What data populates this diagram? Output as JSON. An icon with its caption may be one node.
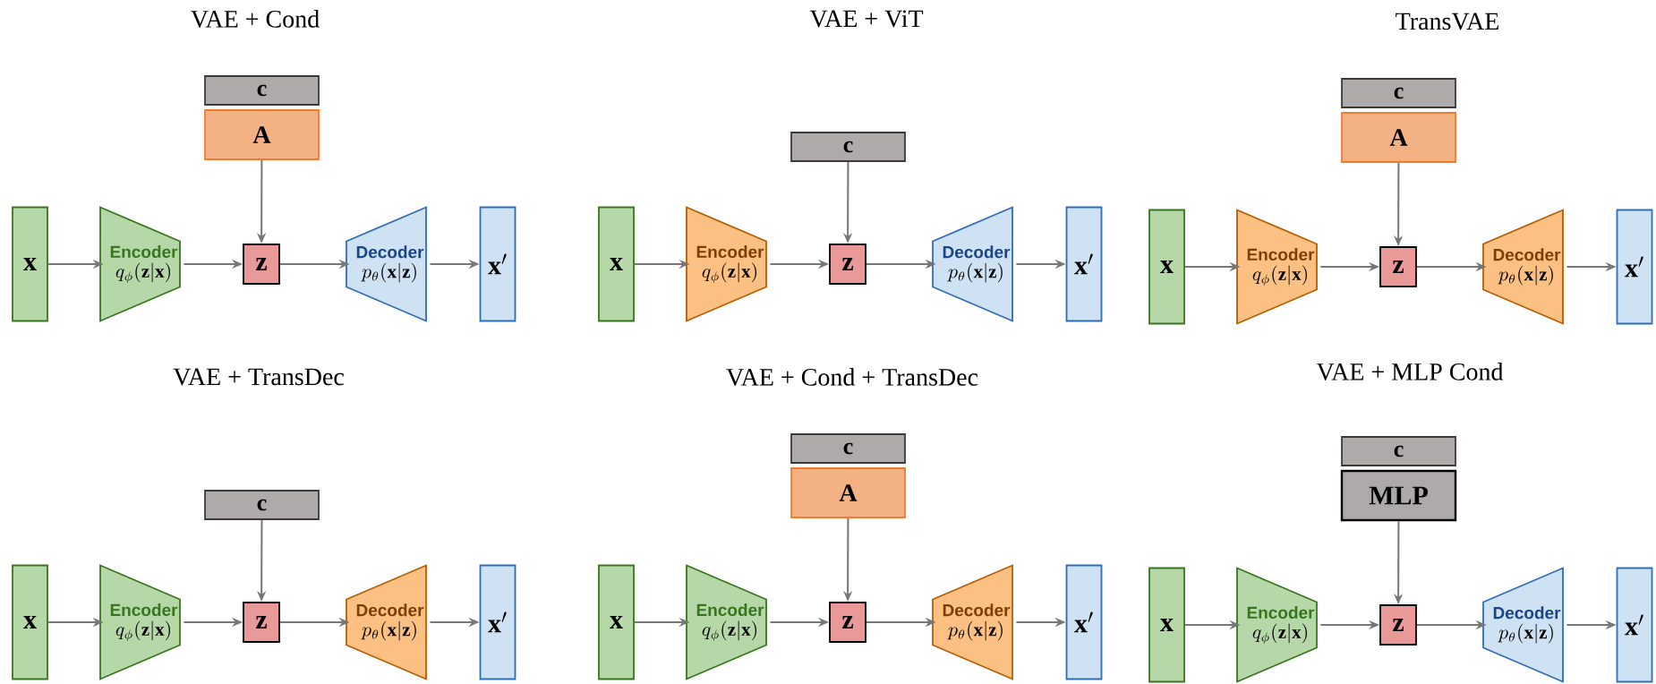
{
  "diagram": {
    "nodes": [
      {
        "text": [
          "\\mathbf{c}"
        ]
      },
      {
        "text": [
          "\\mathbf{A}"
        ]
      },
      {
        "text": [
          "\\mathbf{x}"
        ]
      },
      {
        "text": [
          "Encoder",
          "q_{\\phi}(\\mathbf{z}|\\mathbf{x})"
        ]
      },
      {
        "text": [
          "\\mathbf{z}"
        ]
      },
      {
        "text": [
          "Decoder",
          "p_{\\theta}(\\mathbf{x}|\\mathbf{z})"
        ]
      },
      {
        "text": [
          "\\mathbf{x}'"
        ]
      },
      {
        "text": [
          "\\mathbf{c}"
        ]
      },
      {
        "text": [
          "\\mathbf{x}"
        ]
      },
      {
        "text": [
          "Encoder",
          "q_{\\phi}(\\mathbf{z}|\\mathbf{x})"
        ]
      },
      {
        "text": [
          "\\mathbf{z}"
        ]
      },
      {
        "text": [
          "Decoder",
          "p_{\\theta}(\\mathbf{x}|\\mathbf{z})"
        ]
      },
      {
        "text": [
          "\\mathbf{x}'"
        ]
      },
      {
        "text": [
          "\\mathbf{c}"
        ]
      },
      {
        "text": [
          "\\mathbf{A}"
        ]
      },
      {
        "text": [
          "\\mathbf{x}"
        ]
      },
      {
        "text": [
          "Encoder",
          "q_{\\phi}(\\mathbf{z}|\\mathbf{x})"
        ]
      },
      {
        "text": [
          "\\mathbf{z}"
        ]
      },
      {
        "text": [
          "Decoder",
          "p_{\\theta}(\\mathbf{x}|\\mathbf{z})"
        ]
      },
      {
        "text": [
          "\\mathbf{x}'"
        ]
      },
      {
        "text": [
          "\\mathbf{c}"
        ]
      },
      {
        "text": [
          "\\mathbf{x}"
        ]
      },
      {
        "text": [
          "Encoder",
          "q_{\\phi}(\\mathbf{z}|\\mathbf{x})"
        ]
      },
      {
        "text": [
          "\\mathbf{z}"
        ]
      },
      {
        "text": [
          "Decoder",
          "p_{\\theta}(\\mathbf{x}|\\mathbf{z})"
        ]
      },
      {
        "text": [
          "\\mathbf{x}'"
        ]
      },
      {
        "text": [
          "\\mathbf{c}"
        ]
      },
      {
        "text": [
          "\\mathbf{A}"
        ]
      },
      {
        "text": [
          "\\mathbf{x}"
        ]
      },
      {
        "text": [
          "Encoder",
          "q_{\\phi}(\\mathbf{z}|\\mathbf{x})"
        ]
      },
      {
        "text": [
          "\\mathbf{z}"
        ]
      },
      {
        "text": [
          "Decoder",
          "p_{\\theta}(\\mathbf{x}|\\mathbf{z})"
        ]
      },
      {
        "text": [
          "\\mathbf{x}'"
        ]
      },
      {
        "text": [
          "\\mathbf{c}"
        ]
      },
      {
        "text": [
          "\\mathbf{MLP}"
        ]
      },
      {
        "text": [
          "\\mathbf{x}"
        ]
      },
      {
        "text": [
          "Encoder",
          "q_{\\phi}(\\mathbf{z}|\\mathbf{x})"
        ]
      },
      {
        "text": [
          "\\mathbf{z}"
        ]
      },
      {
        "text": [
          "Decoder",
          "p_{\\theta}(\\mathbf{x}|\\mathbf{z})"
        ]
      },
      {
        "text": [
          "\\mathbf{x}'"
        ]
      }
    ],
    "edges": [
      {
        "from": 2,
        "to": 3,
        "arrow": "to"
      },
      {
        "from": 3,
        "to": 4,
        "arrow": "to"
      },
      {
        "from": 1,
        "to": 4,
        "arrow": "to"
      },
      {
        "from": 4,
        "to": 5,
        "arrow": "to"
      },
      {
        "from": 5,
        "to": 6,
        "arrow": "to"
      },
      {
        "from": 8,
        "to": 9,
        "arrow": "to"
      },
      {
        "from": 9,
        "to": 10,
        "arrow": "to"
      },
      {
        "from": 7,
        "to": 10,
        "arrow": "to"
      },
      {
        "from": 10,
        "to": 11,
        "arrow": "to"
      },
      {
        "from": 11,
        "to": 12,
        "arrow": "to"
      },
      {
        "from": 15,
        "to": 16,
        "arrow": "to"
      },
      {
        "from": 16,
        "to": 17,
        "arrow": "to"
      },
      {
        "from": 14,
        "to": 17,
        "arrow": "to"
      },
      {
        "from": 17,
        "to": 18,
        "arrow": "to"
      },
      {
        "from": 18,
        "to": 19,
        "arrow": "to"
      },
      {
        "from": 21,
        "to": 22,
        "arrow": "to"
      },
      {
        "from": 22,
        "to": 23,
        "arrow": "to"
      },
      {
        "from": 20,
        "to": 23,
        "arrow": "to"
      },
      {
        "from": 23,
        "to": 24,
        "arrow": "to"
      },
      {
        "from": 24,
        "to": 25,
        "arrow": "to"
      },
      {
        "from": 28,
        "to": 29,
        "arrow": "to"
      },
      {
        "from": 29,
        "to": 30,
        "arrow": "to"
      },
      {
        "from": 27,
        "to": 30,
        "arrow": "to"
      },
      {
        "from": 30,
        "to": 31,
        "arrow": "to"
      },
      {
        "from": 31,
        "to": 32,
        "arrow": "to"
      },
      {
        "from": 35,
        "to": 36,
        "arrow": "to"
      },
      {
        "from": 36,
        "to": 37,
        "arrow": "to"
      },
      {
        "from": 34,
        "to": 37,
        "arrow": "to"
      },
      {
        "from": 37,
        "to": 38,
        "arrow": "to"
      },
      {
        "from": 38,
        "to": 39,
        "arrow": "to"
      }
    ],
    "labels": [
      "VAE + Cond",
      "VAE + ViT",
      "TransVAE",
      "VAE + TransDec",
      "VAE + Cond + TransDec",
      "VAE + MLP Cond"
    ]
  }
}
